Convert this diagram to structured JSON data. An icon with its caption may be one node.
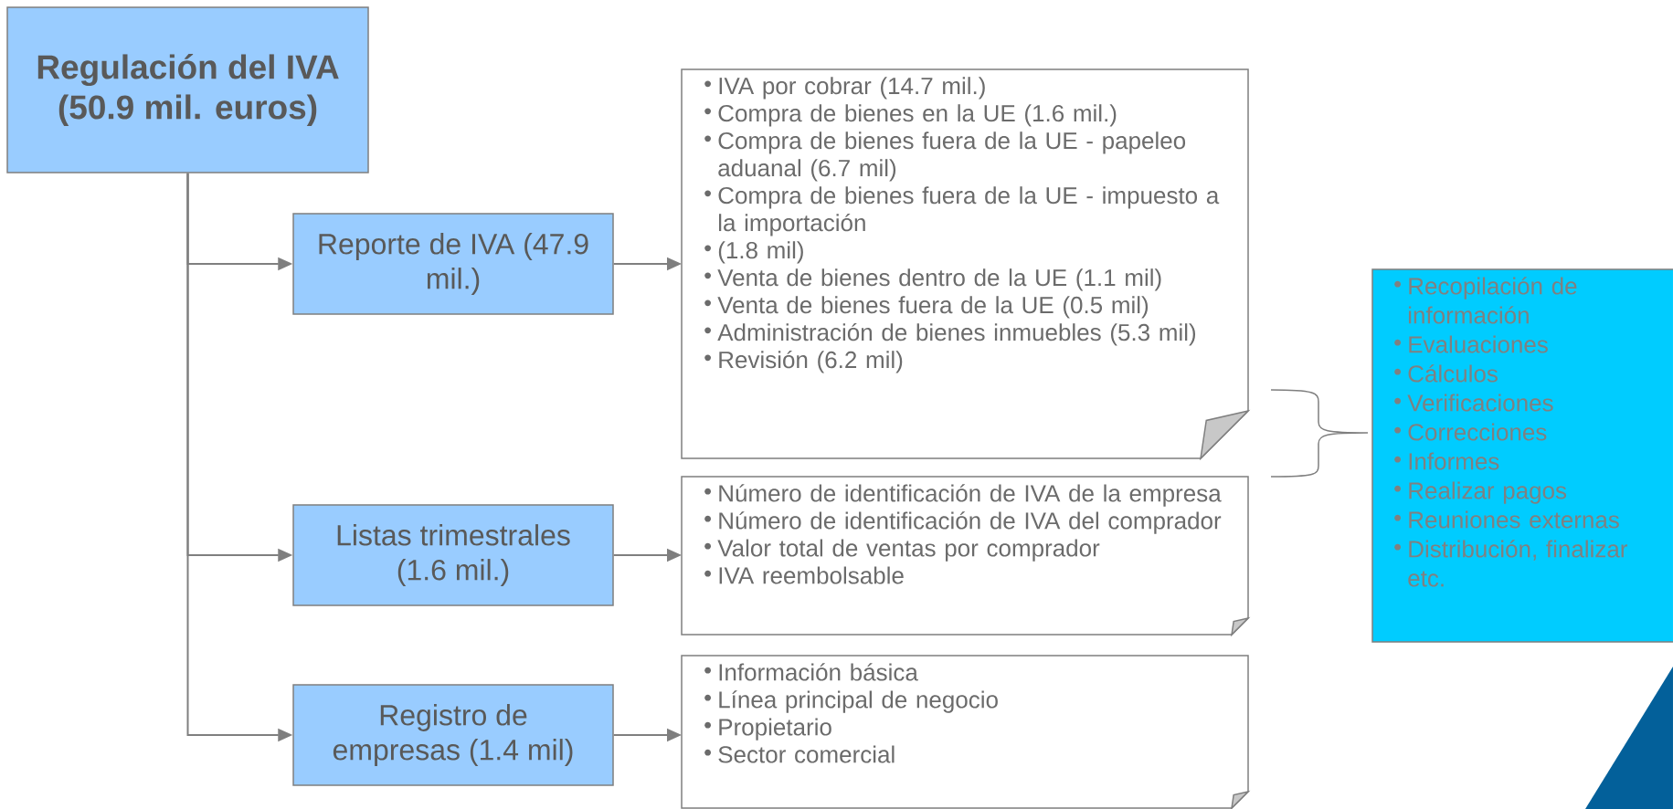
{
  "diagram": {
    "nodes": [
      {
        "text": [
          "Regulación del IVA (50.9 mil. euros)"
        ]
      },
      {
        "text": [
          "Reporte de IVA (47.9 mil.)"
        ]
      },
      {
        "text": [
          "IVA por cobrar (14.7 mil.)",
          "Compra de bienes en la UE (1.6 mil.)",
          "Compra de bienes fuera de la UE - papeleo aduanal (6.7 mil)",
          "Compra de bienes fuera de la UE - impuesto a la importación",
          "(1.8 mil)",
          "Venta de bienes dentro de la UE (1.1 mil)",
          "Venta de bienes fuera de la UE (0.5 mil)",
          "Administración de bienes inmuebles (5.3 mil)",
          "Revisión (6.2 mil)"
        ]
      },
      {
        "text": [
          "Listas trimestrales (1.6 mil.)"
        ]
      },
      {
        "text": [
          "Número de identificación de IVA de la empresa",
          "Número de identificación de IVA del comprador",
          "Valor total de ventas por comprador",
          "IVA reembolsable"
        ]
      },
      {
        "text": [
          "Registro de empresas (1.4 mil)"
        ]
      },
      {
        "text": [
          "Información básica",
          "Línea principal de negocio",
          "Propietario",
          "Sector comercial"
        ]
      },
      {
        "text": [
          "Recopilación de información",
          "Evaluaciones",
          "Cálculos",
          "Verificaciones",
          "Correcciones",
          "Informes",
          "Realizar pagos",
          "Reuniones externas",
          "Distribución, finalizar etc."
        ]
      }
    ],
    "edges": [
      {
        "from": 0,
        "to": 1,
        "arrow": "to"
      },
      {
        "from": 0,
        "to": 3,
        "arrow": "to"
      },
      {
        "from": 0,
        "to": 5,
        "arrow": "to"
      },
      {
        "from": 1,
        "to": 2,
        "arrow": "to"
      },
      {
        "from": 3,
        "to": 4,
        "arrow": "to"
      },
      {
        "from": 5,
        "to": 6,
        "arrow": "to"
      }
    ]
  }
}
